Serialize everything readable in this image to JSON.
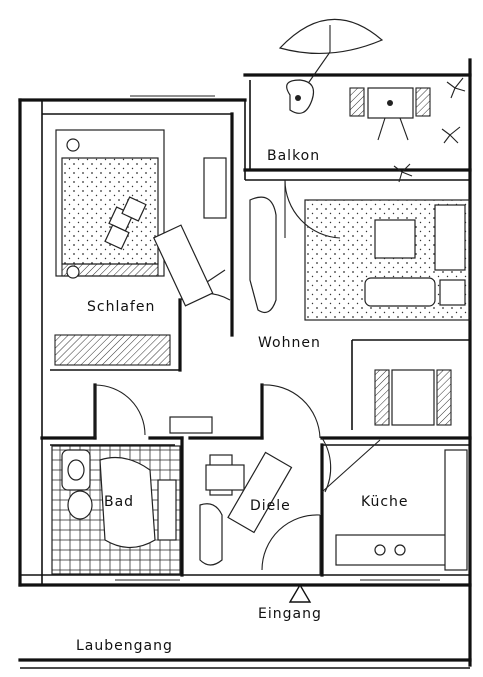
{
  "plan": {
    "rooms": {
      "balkon": "Balkon",
      "schlafen": "Schlafen",
      "wohnen": "Wohnen",
      "bad": "Bad",
      "diele": "Diele",
      "kueche": "Küche",
      "eingang": "Eingang",
      "laubengang": "Laubengang"
    }
  }
}
